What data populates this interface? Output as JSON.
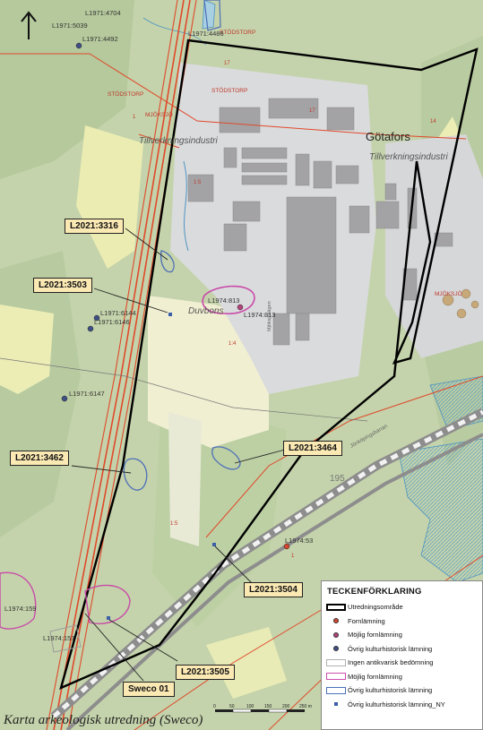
{
  "caption": "Karta arkeologisk utredning (Sweco)",
  "map": {
    "place_labels": {
      "gotafors": "Götafors",
      "duvbons": "Duvbons",
      "industri_west": "Tillverkningsindustri",
      "industri_east": "Tillverkningsindustri",
      "stodstorp_1": "STÖDSTORP",
      "stodstorp_2": "STÖDSTORP",
      "stodstorp_3": "STÖDSTORP",
      "mjoksjo_1": "MJÖKSJÖ",
      "mjoksjo_2": "MJÖKSJÖ",
      "railway": "Jönköpingsbanan",
      "road": "Mjöksjövägen"
    },
    "elevation_labels": {
      "e195": "195"
    },
    "property_labels": {
      "p17a": "17",
      "p17b": "17",
      "p1a": "1",
      "p1b": "1:5",
      "p1c": "1:4",
      "p1d": "1:5",
      "p1e": "1",
      "p14": "14"
    },
    "site_labels": {
      "l1971_4704": "L1971:4704",
      "l1971_5039": "L1971:5039",
      "l1971_4492": "L1971:4492",
      "l1971_4486": "L1971:4486",
      "l1974_813a": "L1974:813",
      "l1974_813b": "L1974:813",
      "l1971_6144": "L1971:6144",
      "l1971_6146": "L1971:6146",
      "l1971_6147": "L1971:6147",
      "l1974_53": "L1974:53",
      "l1974_159": "L1974:159",
      "l1974_157": "L1974:157"
    },
    "scale_labels": [
      "0",
      "50",
      "100",
      "150",
      "200",
      "250 m"
    ],
    "callouts": {
      "l2021_3316": "L2021:3316",
      "l2021_3503": "L2021:3503",
      "l2021_3462": "L2021:3462",
      "l2021_3464": "L2021:3464",
      "l2021_3504": "L2021:3504",
      "l2021_3505": "L2021:3505",
      "sweco01": "Sweco 01"
    }
  },
  "legend": {
    "title": "TECKENFÖRKLARING",
    "items": [
      {
        "label": "Utredningsområde",
        "symbol": "box",
        "stroke": "#000000",
        "fill": "none"
      },
      {
        "label": "Fornlämning",
        "symbol": "dot",
        "color": "#d2452f"
      },
      {
        "label": "Möjlig fornlämning",
        "symbol": "dot",
        "color": "#b2437a"
      },
      {
        "label": "Övrig kulturhistorisk lämning",
        "symbol": "dot",
        "color": "#3f4f86"
      },
      {
        "label": "Ingen antikvarisk bedömning",
        "symbol": "box",
        "stroke": "#b0b0b0",
        "fill": "none"
      },
      {
        "label": "Möjlig fornlämning",
        "symbol": "box",
        "stroke": "#cc4fae",
        "fill": "none"
      },
      {
        "label": "Övrig kulturhistorisk lämning",
        "symbol": "box",
        "stroke": "#4d6fb8",
        "fill": "none"
      },
      {
        "label": "Övrig kulturhistorisk lämning_NY",
        "symbol": "square",
        "color": "#3b5fa8"
      }
    ]
  },
  "colors": {
    "terrain": "#c9d7b1",
    "forest": "#b7cba0",
    "field": "#ecedb4",
    "industrial": "#dfe0e2",
    "building": "#9a9a9c",
    "road": "#e04a2c",
    "boundary": "#000000",
    "water": "#9fc9de",
    "callout_fill": "#fbe9b4"
  }
}
